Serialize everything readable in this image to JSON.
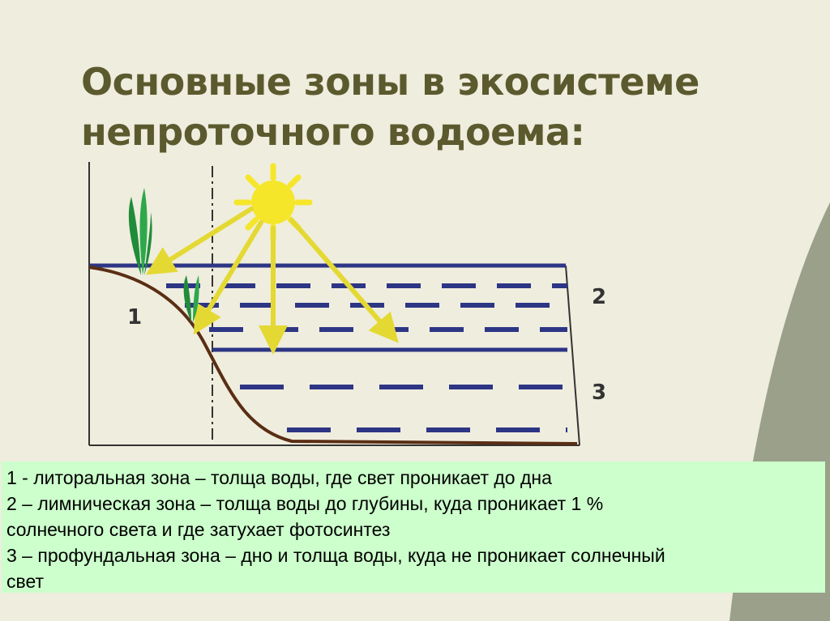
{
  "title": {
    "line1": "Основные зоны в экосистеме",
    "line2": "непроточного водоема:"
  },
  "zone_labels": {
    "zone1": "1",
    "zone2": "2",
    "zone3": "3"
  },
  "legend": [
    "1 - литоральная зона – толща воды, где свет проникает до дна",
    "2 – лимническая зона – толща воды до глубины, куда проникает 1 %",
    "солнечного света и где затухает фотосинтез",
    "3 – профундальная зона – дно и толща воды, куда не проникает солнечный",
    "свет"
  ],
  "colors": {
    "background": "#efedde",
    "corner": "#9aa08a",
    "title": "#5b5a2e",
    "water_line": "#2d3585",
    "ground": "#5a2e14",
    "sun": "#f5e62a",
    "sun_ray": "#e4d933",
    "plant": "#1f8c3a",
    "legend_bg": "#ccffcc"
  },
  "icons": [
    "sun-icon",
    "plant-icon"
  ]
}
